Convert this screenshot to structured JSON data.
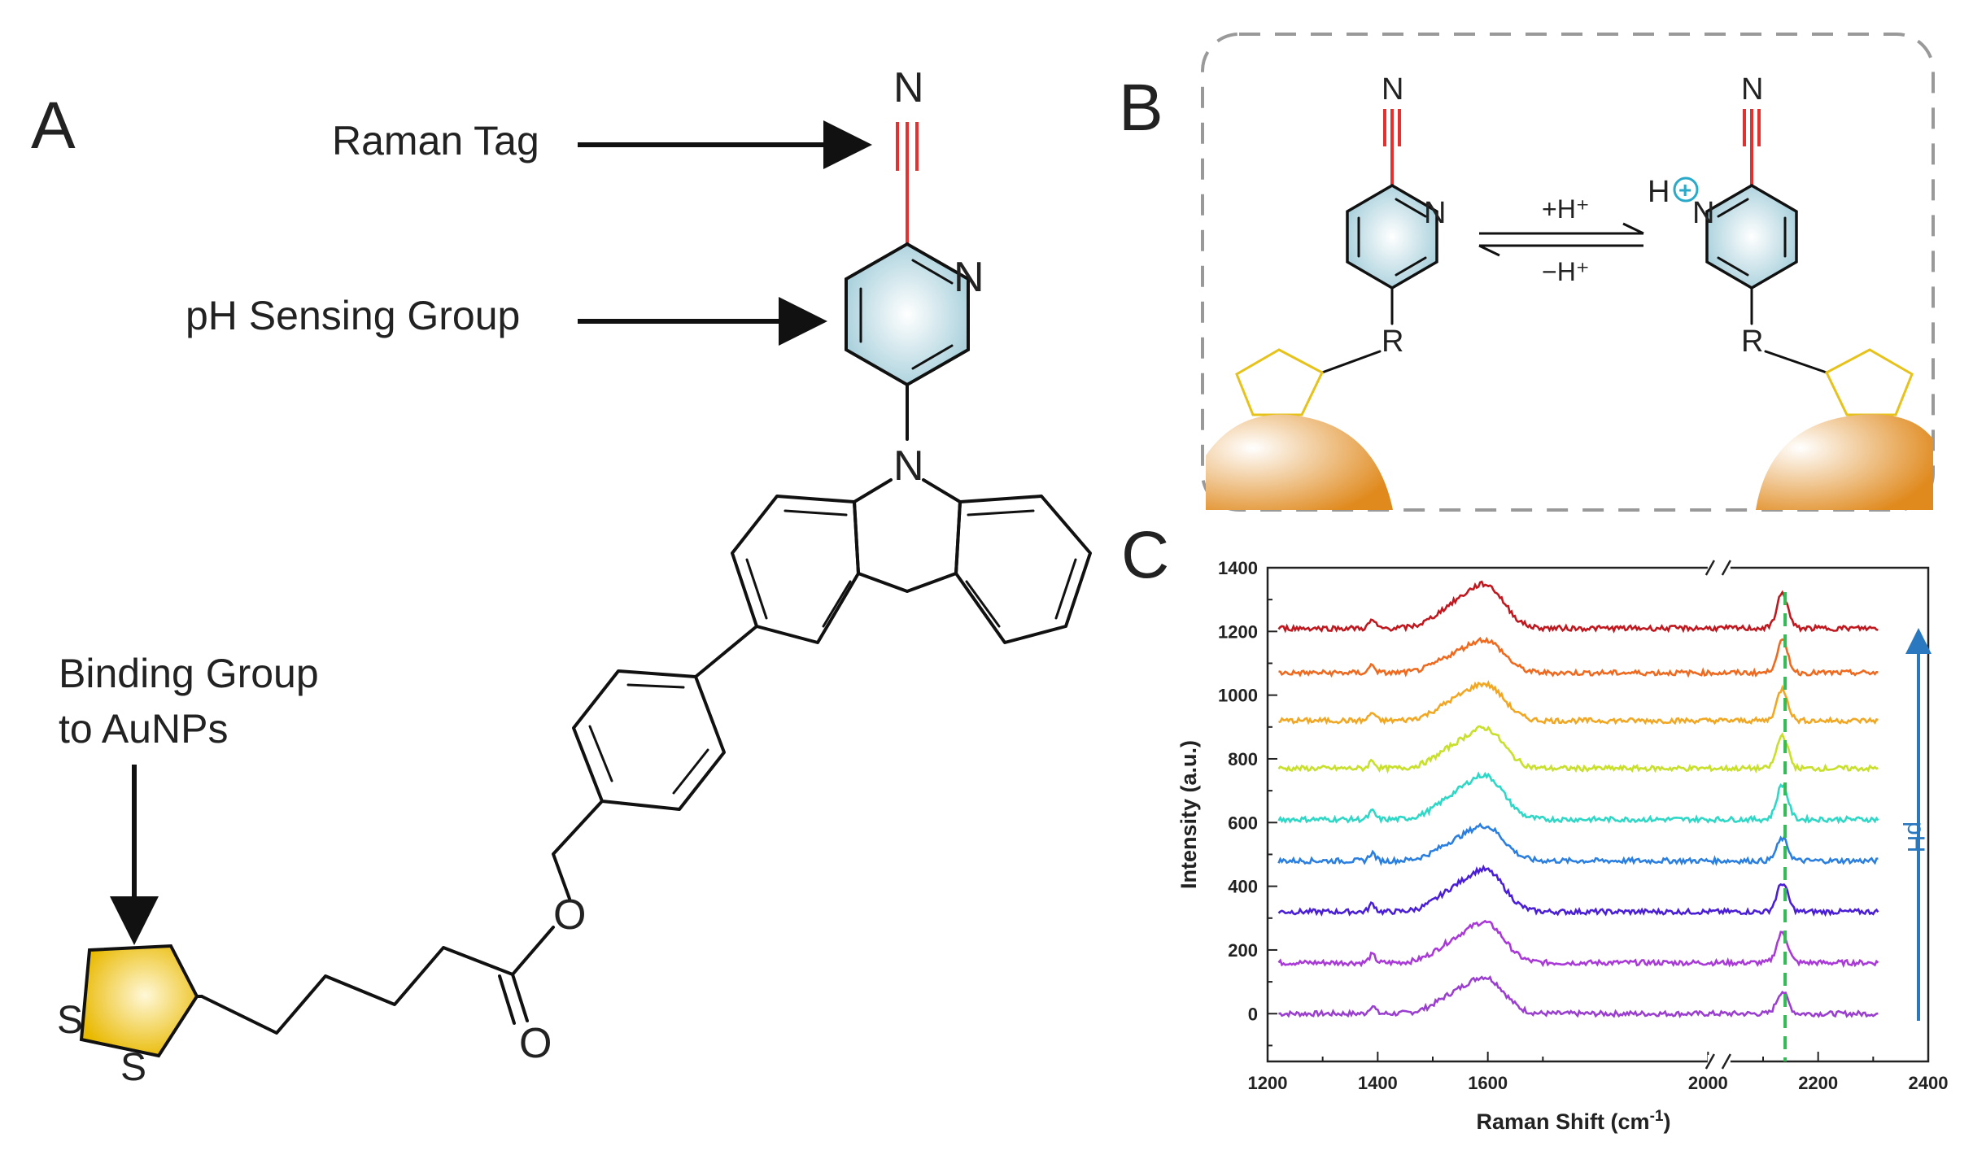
{
  "panels": {
    "a": {
      "letter": "A",
      "raman_tag": "Raman Tag",
      "ph_sensing_group": "pH Sensing Group",
      "binding_line1": "Binding Group",
      "binding_line2": "to AuNPs",
      "atom_n_nitrile": "N",
      "atom_n_pyridine": "N",
      "atom_n_carbazole": "N",
      "atom_o_ester": "O",
      "atom_o_carbonyl": "O",
      "atom_s1": "S",
      "atom_s2": "S"
    },
    "b": {
      "letter": "B",
      "left_n_nitrile": "N",
      "left_n_ring": "N",
      "left_r": "R",
      "right_n_nitrile": "N",
      "right_h": "H",
      "right_plus": "+",
      "right_n_ring": "N",
      "right_r": "R",
      "forward": "+H⁺",
      "reverse": "−H⁺"
    },
    "c": {
      "letter": "C"
    }
  },
  "chart_data": {
    "type": "line",
    "xlabel_main": "Raman Shift (cm",
    "xlabel_sup": "-1",
    "xlabel_close": ")",
    "ylabel": "Intensity (a.u.)",
    "arrow_label": "pH",
    "xlim": [
      1200,
      2400
    ],
    "ylim": [
      -150,
      1400
    ],
    "x_ticks": [
      "1200",
      "1400",
      "1600",
      "2000",
      "2200",
      "2400"
    ],
    "y_ticks": [
      "0",
      "200",
      "400",
      "600",
      "800",
      "1000",
      "1200",
      "1400"
    ],
    "axis_break_x_range": [
      1800,
      1900
    ],
    "marker_x": 2140,
    "marker_color": "#33bb55",
    "peaks_x": [
      1390,
      1600,
      2135
    ],
    "series": [
      {
        "baseline": 0,
        "peak1600": 100,
        "peak2135": 70,
        "color": "#9b3fd0"
      },
      {
        "baseline": 160,
        "peak1600": 110,
        "peak2135": 95,
        "color": "#a93ad8"
      },
      {
        "baseline": 320,
        "peak1600": 115,
        "peak2135": 90,
        "color": "#4b1fd6"
      },
      {
        "baseline": 480,
        "peak1600": 95,
        "peak2135": 70,
        "color": "#2a7fe0"
      },
      {
        "baseline": 610,
        "peak1600": 120,
        "peak2135": 110,
        "color": "#2ed8c6"
      },
      {
        "baseline": 770,
        "peak1600": 110,
        "peak2135": 105,
        "color": "#c8e02a"
      },
      {
        "baseline": 920,
        "peak1600": 100,
        "peak2135": 100,
        "color": "#f2a722"
      },
      {
        "baseline": 1070,
        "peak1600": 90,
        "peak2135": 100,
        "color": "#ef6a1f"
      },
      {
        "baseline": 1210,
        "peak1600": 120,
        "peak2135": 110,
        "color": "#c0181e"
      }
    ]
  }
}
